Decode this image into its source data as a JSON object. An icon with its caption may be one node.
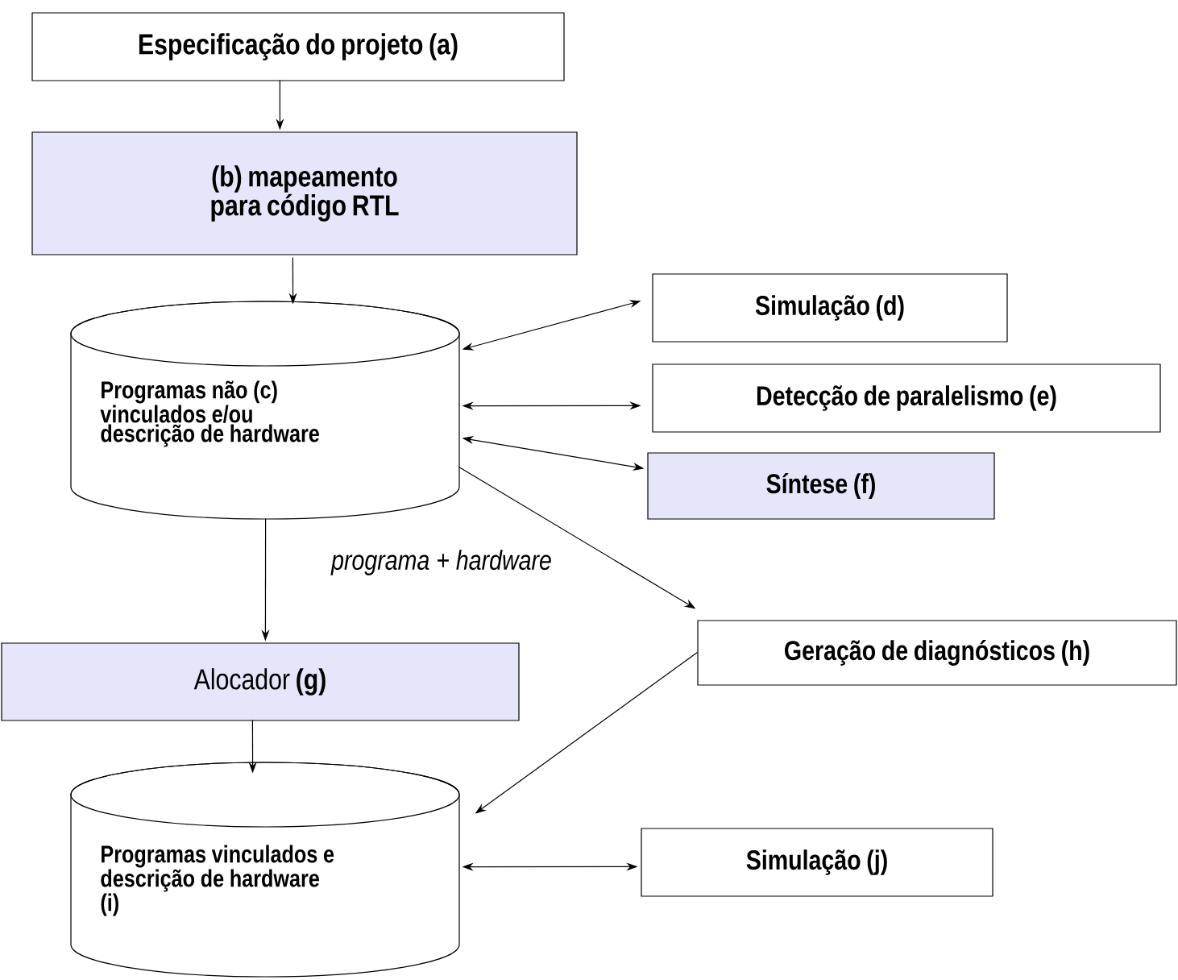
{
  "diagram": {
    "nodes": [
      {
        "text": [
          "Especificação do  projeto (a)"
        ]
      },
      {
        "text": [
          "(b)   mapeamento para código RTL"
        ]
      },
      {
        "text": [
          "Programas não     (c) vinculados e/ou descrição de hardware"
        ]
      },
      {
        "text": [
          "Simulação (d)"
        ]
      },
      {
        "text": [
          "Detecção de paralelismo (e)"
        ]
      },
      {
        "text": [
          "Síntese (f)"
        ]
      },
      {
        "text": [
          "Alocador **(g)**"
        ]
      },
      {
        "text": [
          "Geração de diagnósticos (h)"
        ]
      },
      {
        "text": [
          "Programas vinculados   e descrição de  hardware (i)"
        ]
      },
      {
        "text": [
          "Simulação (j)"
        ]
      }
    ],
    "edges": [
      {
        "from": 0,
        "to": 1,
        "arrow": "to"
      },
      {
        "from": 1,
        "to": 2,
        "arrow": "to"
      },
      {
        "from": 2,
        "to": 3,
        "arrow": "both"
      },
      {
        "from": 2,
        "to": 4,
        "arrow": "both"
      },
      {
        "from": 2,
        "to": 5,
        "arrow": "both"
      },
      {
        "from": 2,
        "to": 7,
        "arrow": "to"
      },
      {
        "from": 2,
        "to": 6,
        "arrow": "to"
      },
      {
        "from": 6,
        "to": 8,
        "arrow": "to"
      },
      {
        "from": 7,
        "to": 8,
        "arrow": "to"
      },
      {
        "from": 8,
        "to": 9,
        "arrow": "both"
      }
    ],
    "labels": [
      "programa + hardware"
    ]
  }
}
